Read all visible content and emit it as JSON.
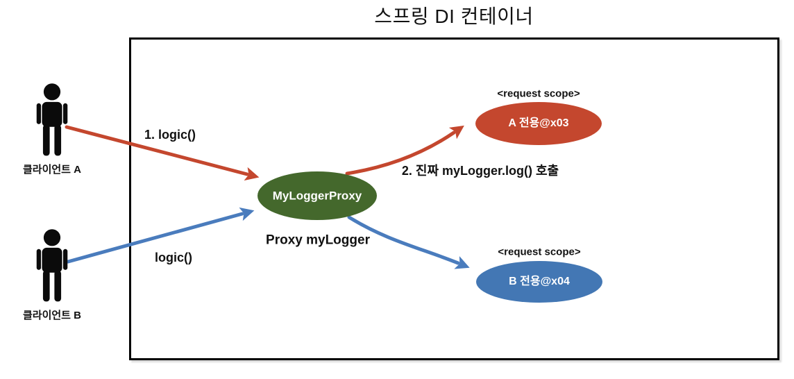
{
  "title": "스프링 DI 컨테이너",
  "colors": {
    "red": "#c4472e",
    "blue_arrow": "#4a7cbd",
    "blue_fill": "#4377b4",
    "green": "#44682c",
    "ink": "#0b0b0b"
  },
  "clients": {
    "a": {
      "label": "클라이언트 A"
    },
    "b": {
      "label": "클라이언트 B"
    }
  },
  "proxy": {
    "name": "MyLoggerProxy",
    "caption": "Proxy myLogger"
  },
  "targets": {
    "a": {
      "scope": "<request scope>",
      "name": "A 전용@x03"
    },
    "b": {
      "scope": "<request scope>",
      "name": "B 전용@x04"
    }
  },
  "arrows": {
    "client_a_call": {
      "label": "1. logic()"
    },
    "client_b_call": {
      "label": "logic()"
    },
    "proxy_to_a": {
      "label": "2. 진짜 myLogger.log() 호출"
    }
  }
}
